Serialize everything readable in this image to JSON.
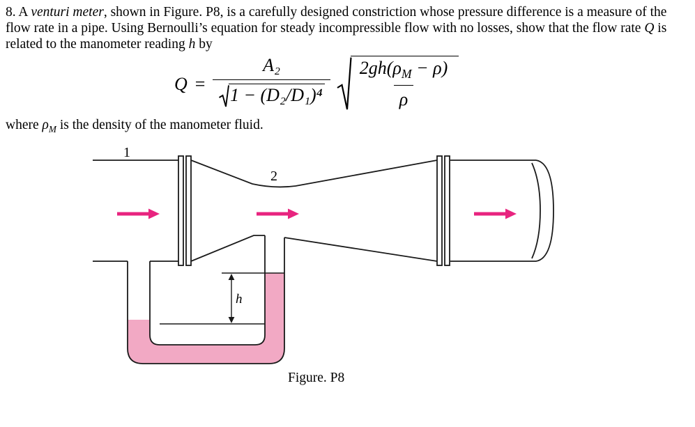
{
  "problem": {
    "intro_a": "8. A ",
    "intro_em": "venturi meter",
    "intro_b": ", shown in Figure. P8, is a carefully designed constriction whose pressure difference is a measure of the flow rate in a pipe. Using Bernoulli’s equation for steady incompressible flow with no losses, show that the flow rate ",
    "var_q": "Q",
    "intro_c": " is related to the manometer reading ",
    "var_h": "h",
    "intro_d": " by"
  },
  "equation": {
    "lhs": "Q",
    "equals": "=",
    "frac1_num": "A₂",
    "frac1_den_radicand": "1 − (D₂/D₁)⁴",
    "frac2_num_a": "2gh(ρ",
    "frac2_num_sub": "M",
    "frac2_num_b": " − ρ)",
    "frac2_den": "ρ"
  },
  "where_line": {
    "pre": "where ",
    "rho": "ρ",
    "rho_sub": "M",
    "post": " is the density of the manometer fluid."
  },
  "figure": {
    "label_point1": "1",
    "label_point2": "2",
    "label_h": "h",
    "caption": "Figure. P8",
    "arrow_color": "#e8247f",
    "fluid_color": "#f2a9c4",
    "line_color": "#1a1a1a"
  }
}
